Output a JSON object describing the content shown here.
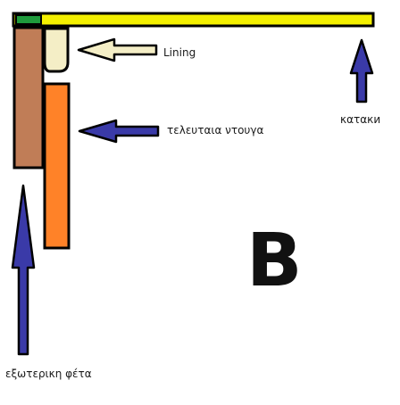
{
  "labels": {
    "lining": "Lining",
    "last_ntouga": "τελευταια ντουγα",
    "kataki": "καταки",
    "outer_slice": "εξωτερικη φέτα",
    "letter": "B"
  },
  "colors": {
    "top_track": "#f4f000",
    "outer_slice": "#c07d57",
    "last_ntouga": "#ff8228",
    "lining": "#f4eec6",
    "corner_mark": "#1f9a3c",
    "arrow": "#3a3aa8",
    "outline": "#000000"
  },
  "icons": {
    "pointer": "arrow-icon"
  }
}
